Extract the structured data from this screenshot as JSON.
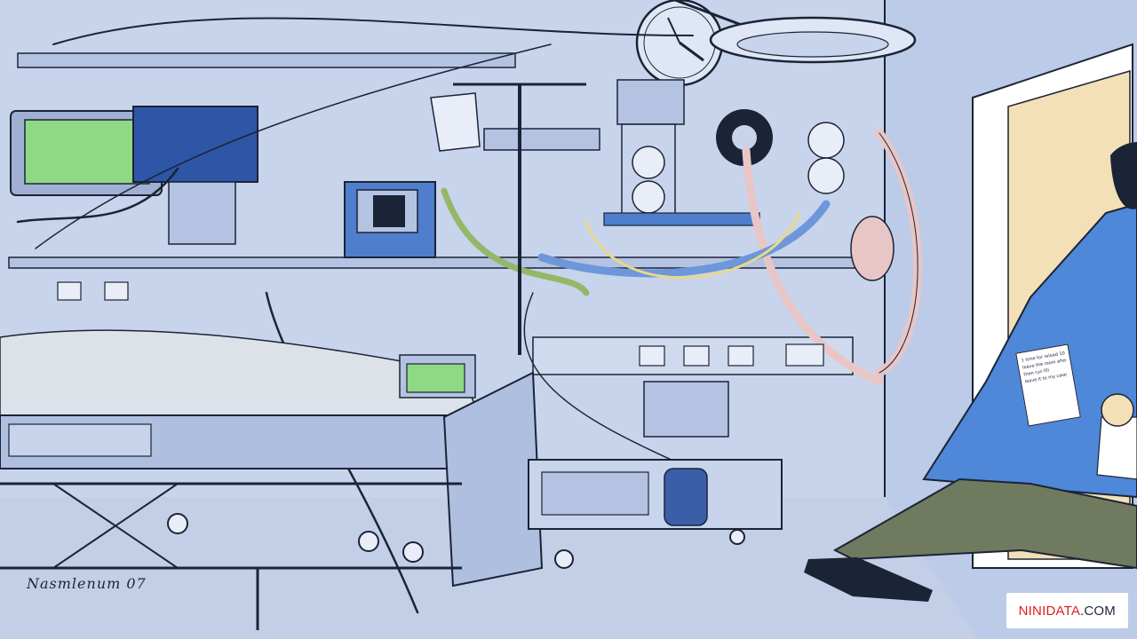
{
  "watermark": {
    "part1": "NINIDATA",
    "part2": ".COM",
    "colors": {
      "part1": "#e11d1d",
      "part2": "#1e2a3a"
    }
  },
  "signature": {
    "text": "Nasmlenum 07",
    "style": "handwritten signature"
  },
  "clipboard_lines": [
    "1 time for reload 1097",
    "leave the room ahead",
    "then run fill",
    "leave it to my case"
  ],
  "palette": {
    "wall": "#c8d4ec",
    "wall_dark": "#aebfe0",
    "floor": "#c3cfe7",
    "equipment": "#b4c3e2",
    "outline": "#1b2336",
    "screen": "#8fd884",
    "door_panel": "#f4e0b6",
    "coat": "#4f87d9",
    "trousers": "#6f7a5e",
    "bottle": "#3b5ea8",
    "hose_pink": "#e8c6c6"
  },
  "icons": [
    "wall-clock-icon",
    "surgical-lamp-icon",
    "monitor-icon",
    "pressure-gauge-icon",
    "oxygen-bottle-icon",
    "hospital-bed-icon",
    "doctor-figure-icon"
  ]
}
